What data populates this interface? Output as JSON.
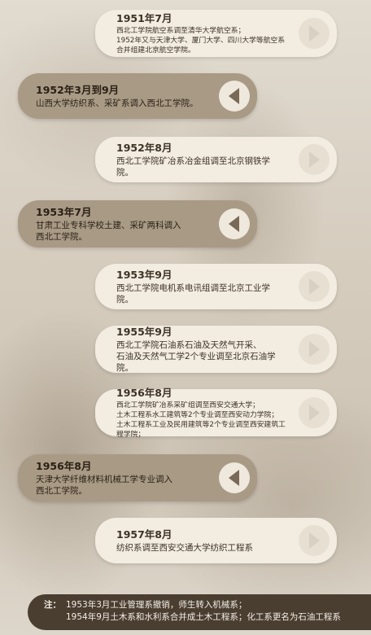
{
  "timeline": [
    {
      "date": "1951年7月",
      "text": "西北工学院航空系调至清华大学航空系；\n1952年又与天津大学、厦门大学、四川大学等航空系\n合并组建北京航空学院。",
      "side": "right",
      "small": true
    },
    {
      "date": "1952年3月到9月",
      "text": "山西大学纺织系、采矿系调入西北工学院。",
      "side": "left"
    },
    {
      "date": "1952年8月",
      "text": "西北工学院矿冶系冶金组调至北京钢铁学院。",
      "side": "right"
    },
    {
      "date": "1953年7月",
      "text": "甘肃工业专科学校土建、采矿两科调入\n西北工学院。",
      "side": "left"
    },
    {
      "date": "1953年9月",
      "text": "西北工学院电机系电讯组调至北京工业学院。",
      "side": "right"
    },
    {
      "date": "1955年9月",
      "text": "西北工学院石油系石油及天然气开采、\n石油及天然气工学2个专业调至北京石油学院。",
      "side": "right"
    },
    {
      "date": "1956年8月",
      "text": "西北工学院矿冶系采矿组调至西安交通大学；\n土木工程系水工建筑等2个专业调至西安动力学院；\n土木工程系工业及民用建筑等2个专业调至西安建筑工程学院；",
      "side": "right",
      "small": true
    },
    {
      "date": "1956年8月",
      "text": "天津大学纤维材料机械工学专业调入\n西北工学院。",
      "side": "left"
    },
    {
      "date": "1957年8月",
      "text": "纺织系调至西安交通大学纺织工程系",
      "side": "right"
    }
  ],
  "note": {
    "label": "注：",
    "lines": [
      "1953年3月工业管理系撤销，师生转入机械系；",
      "1954年9月土木系和水利系合并成土木工程系；化工系更名为石油工程系"
    ]
  }
}
